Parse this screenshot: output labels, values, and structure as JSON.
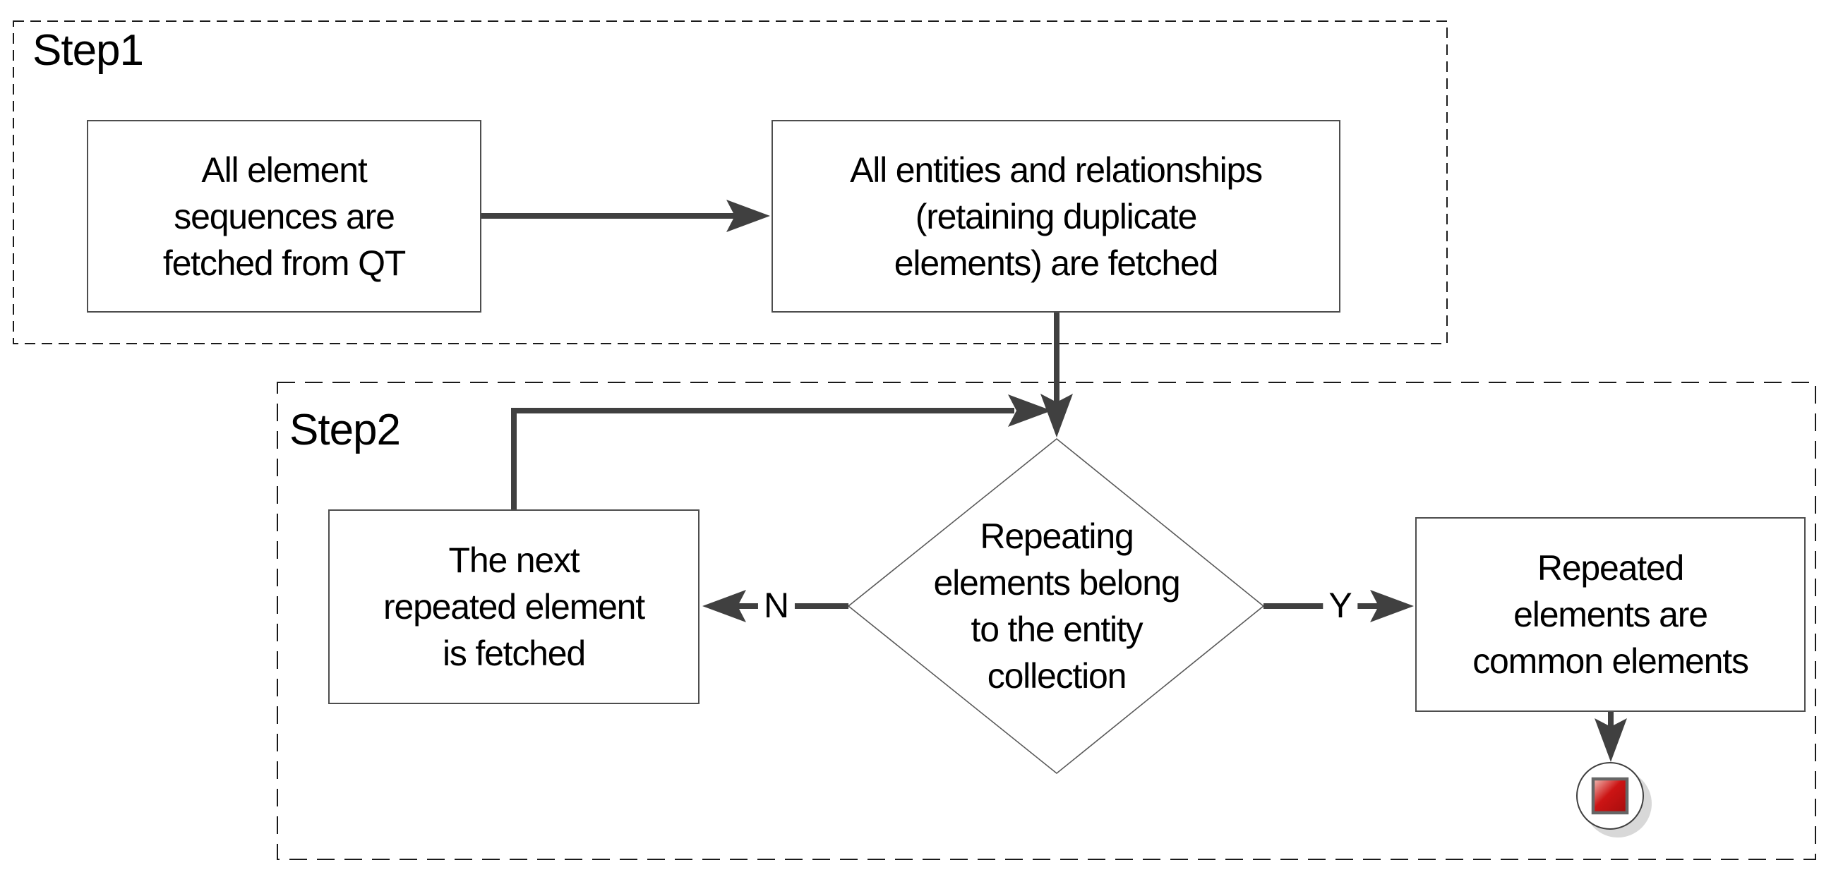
{
  "groups": [
    {
      "id": "step1",
      "label": "Step1"
    },
    {
      "id": "step2",
      "label": "Step2"
    }
  ],
  "nodes": {
    "box1": {
      "text": "All element\nsequences are\nfetched from QT"
    },
    "box2": {
      "text": "All entities and relationships\n(retaining duplicate\nelements) are fetched"
    },
    "decision": {
      "text": "Repeating\nelements belong\nto the entity\ncollection"
    },
    "left_box": {
      "text": "The next\nrepeated element\nis fetched"
    },
    "right_box": {
      "text": "Repeated\nelements are\ncommon elements"
    }
  },
  "edge_labels": {
    "no": "N",
    "yes": "Y"
  },
  "terminator": {
    "icon": "stop-icon"
  },
  "colors": {
    "connector": "#404040",
    "node_border": "#4d4d4d",
    "diamond_border": "#595959",
    "dashed_border": "#1a1a1a",
    "text": "#000000",
    "stop_red_light": "#f2c0b8",
    "stop_red": "#cc1414",
    "stop_red_dark": "#a50d0d",
    "stop_shadow": "#d8d8d8"
  }
}
